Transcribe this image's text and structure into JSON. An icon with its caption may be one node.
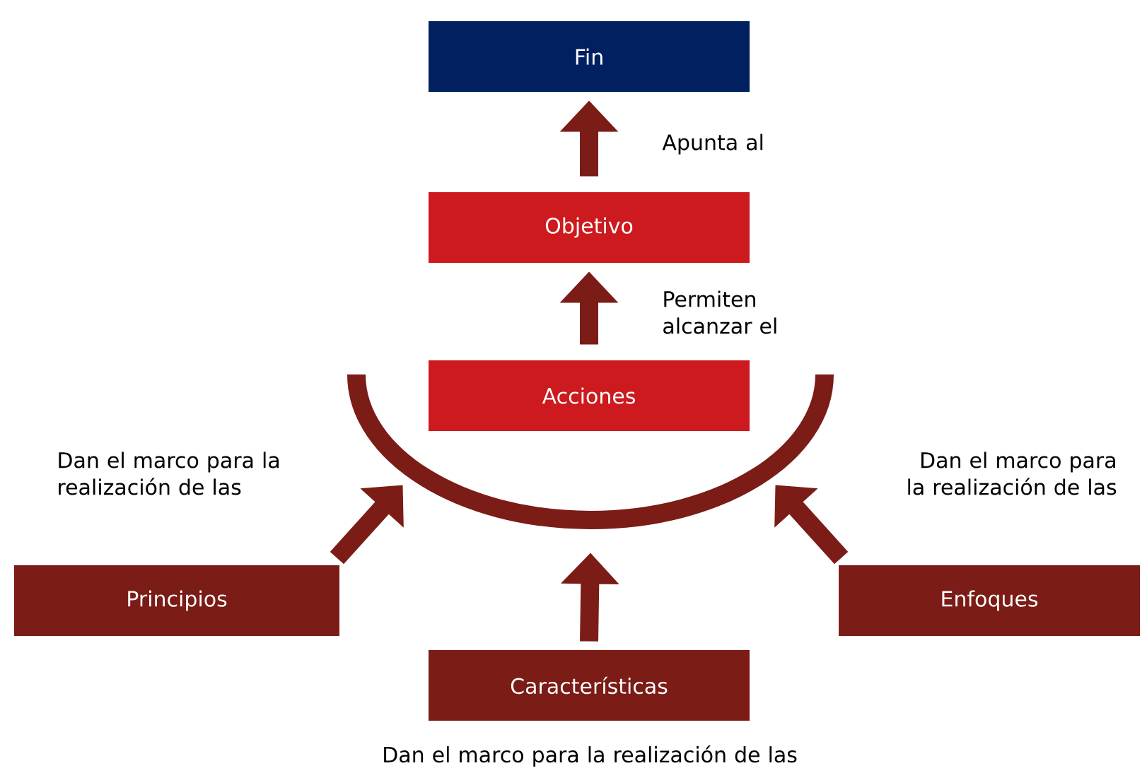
{
  "diagram": {
    "nodes": [
      {
        "text": [
          "Fin"
        ]
      },
      {
        "text": [
          "Objetivo"
        ]
      },
      {
        "text": [
          "Acciones"
        ]
      },
      {
        "text": [
          "Principios"
        ]
      },
      {
        "text": [
          "Características"
        ]
      },
      {
        "text": [
          "Enfoques"
        ]
      },
      {
        "text": [],
        "shape": "arc"
      }
    ],
    "edges": [
      {
        "from": 1,
        "to": 0,
        "arrow": "to",
        "label": "Apunta al"
      },
      {
        "from": 2,
        "to": 1,
        "arrow": "to",
        "label": "Permiten alcanzar el"
      },
      {
        "from": 3,
        "to": 6,
        "arrow": "to",
        "label": "Dan el marco para la realización de las"
      },
      {
        "from": 4,
        "to": 6,
        "arrow": "to",
        "label": "Dan el marco para la realización de las"
      },
      {
        "from": 5,
        "to": 6,
        "arrow": "to",
        "label": "Dan el marco para la realización de las"
      }
    ]
  }
}
